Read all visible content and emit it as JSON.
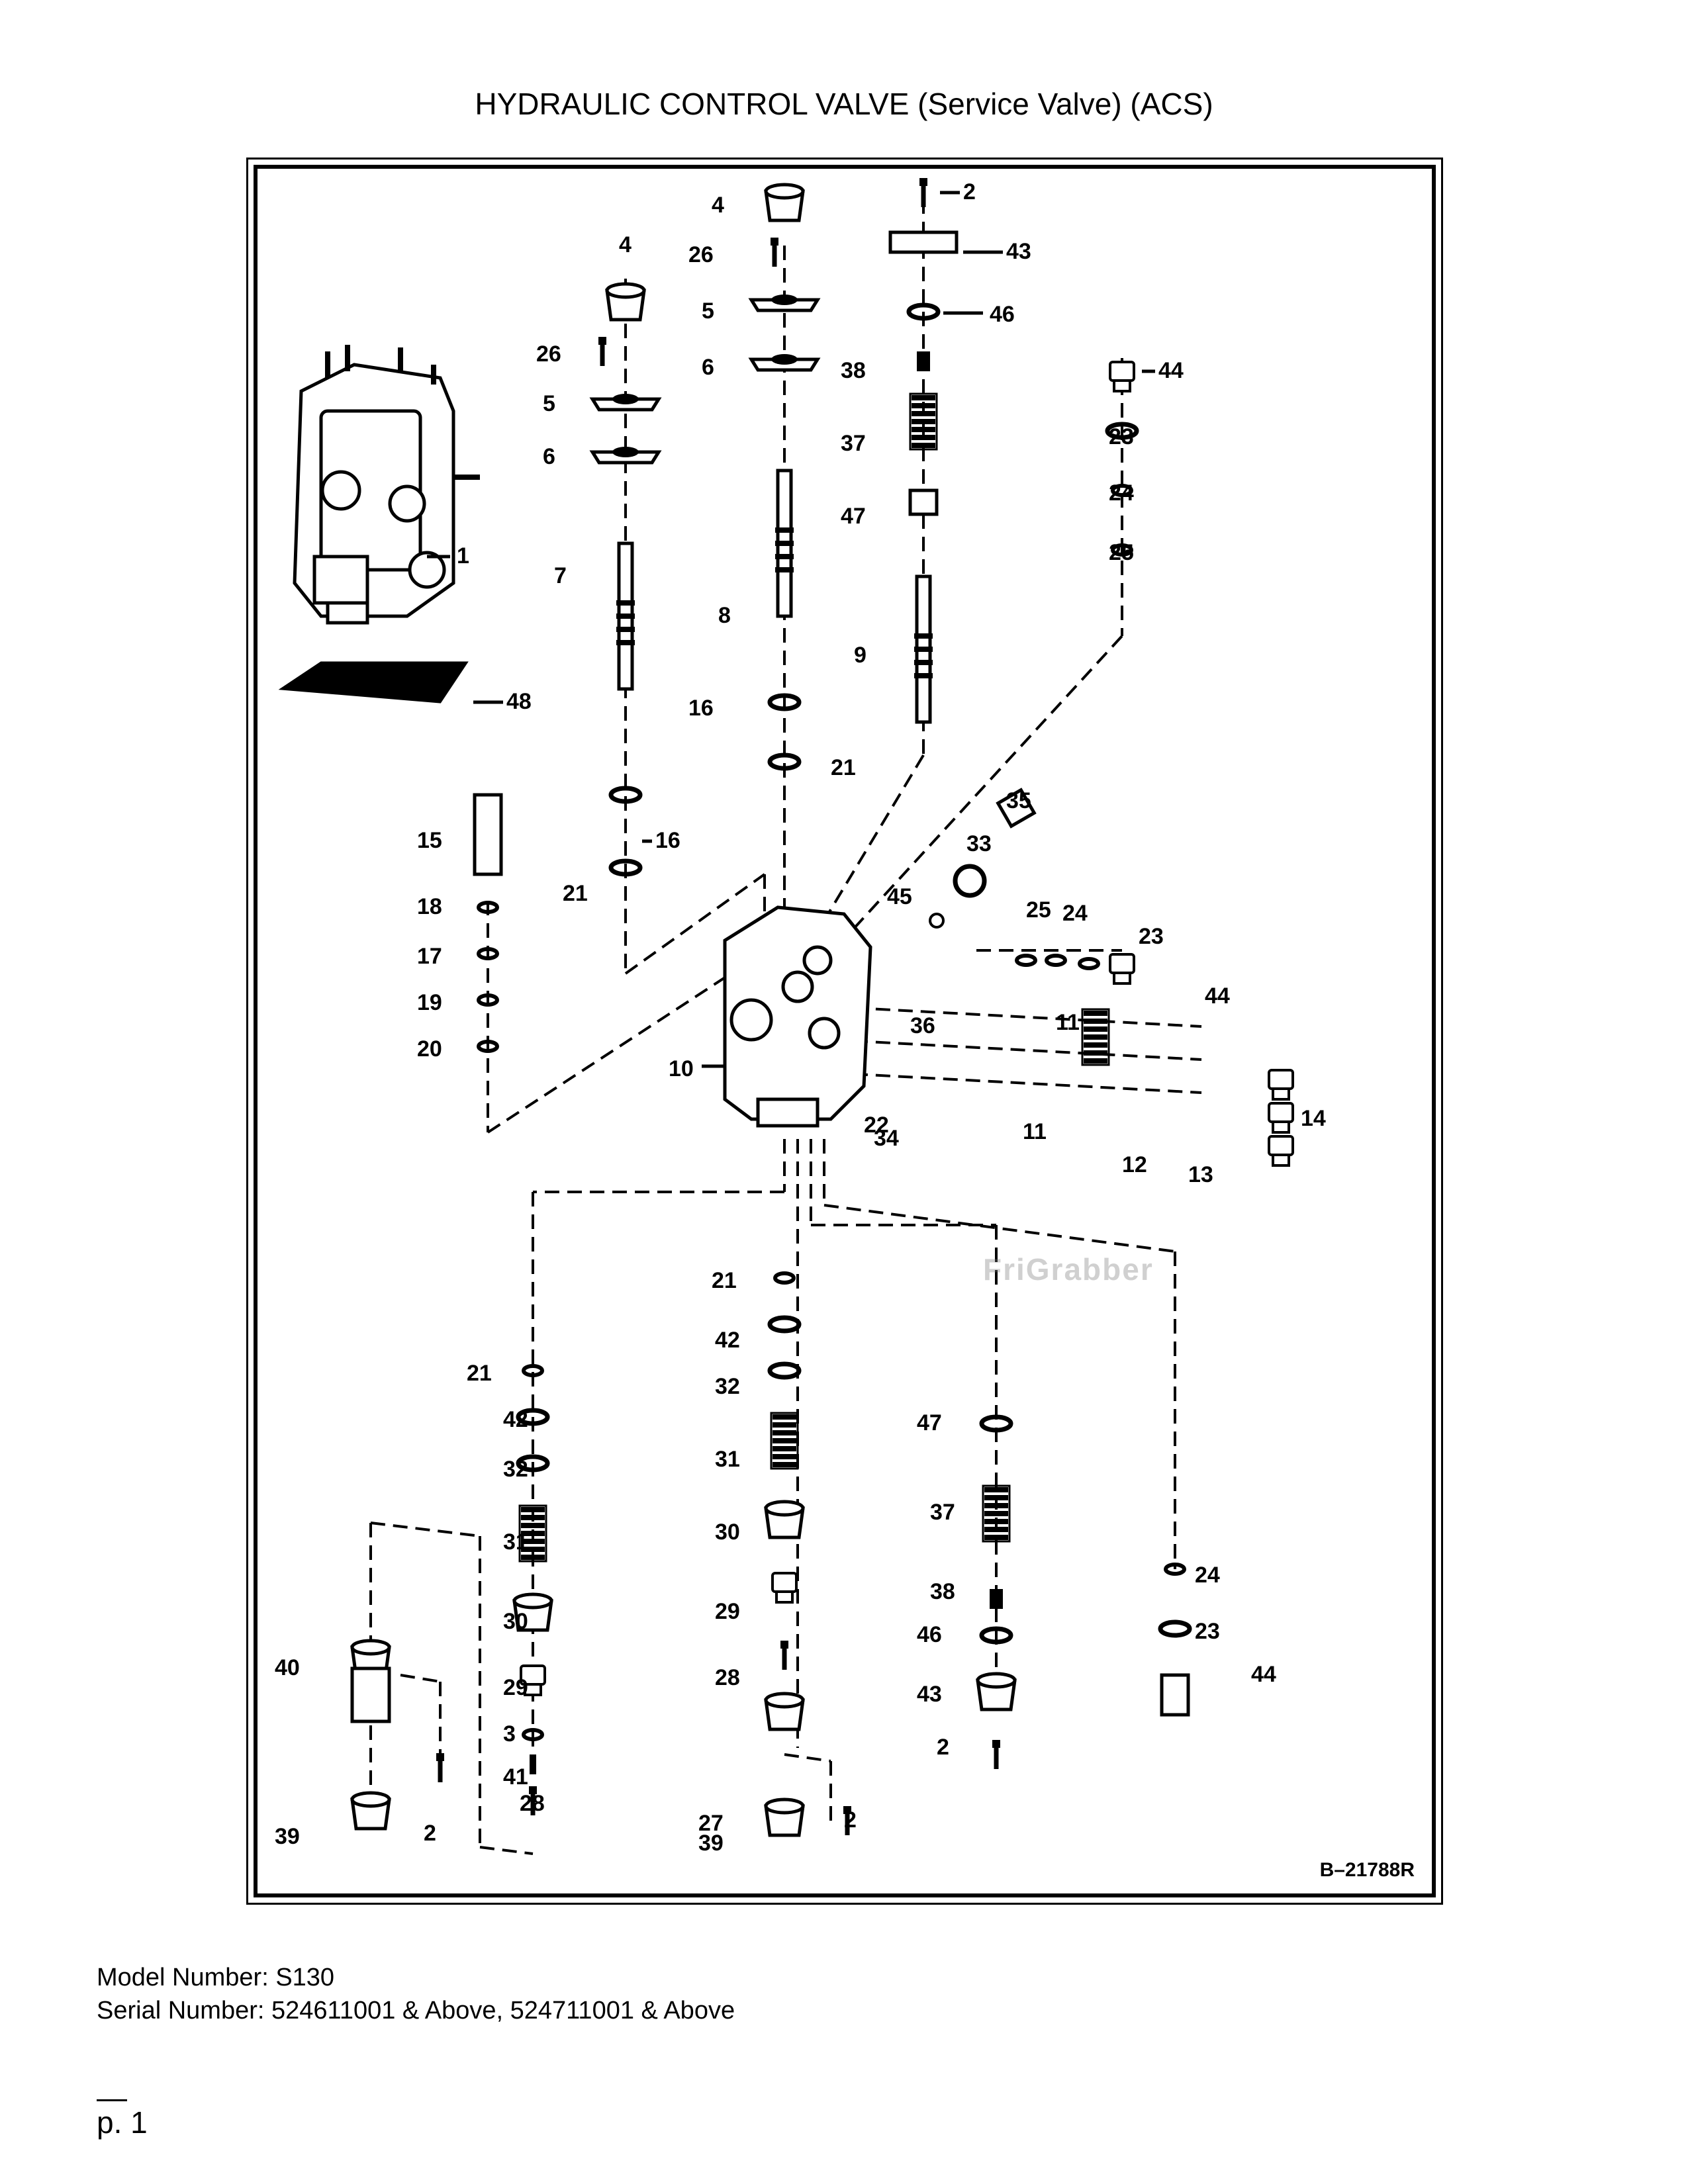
{
  "title": "HYDRAULIC CONTROL VALVE (Service Valve) (ACS)",
  "drawing_number": "B–21788R",
  "watermark": "FriGrabber",
  "footer": {
    "model": "Model Number: S130",
    "serial": "Serial Number: 524611001 & Above, 524711001 & Above"
  },
  "page_number": "p. 1",
  "callouts": [
    "1",
    "2",
    "3",
    "4",
    "5",
    "6",
    "7",
    "8",
    "9",
    "10",
    "11",
    "12",
    "13",
    "14",
    "15",
    "16",
    "17",
    "18",
    "19",
    "20",
    "21",
    "22",
    "23",
    "24",
    "25",
    "26",
    "27",
    "28",
    "29",
    "30",
    "31",
    "32",
    "33",
    "34",
    "35",
    "36",
    "37",
    "38",
    "39",
    "40",
    "41",
    "42",
    "43",
    "44",
    "45",
    "46",
    "47",
    "48"
  ]
}
